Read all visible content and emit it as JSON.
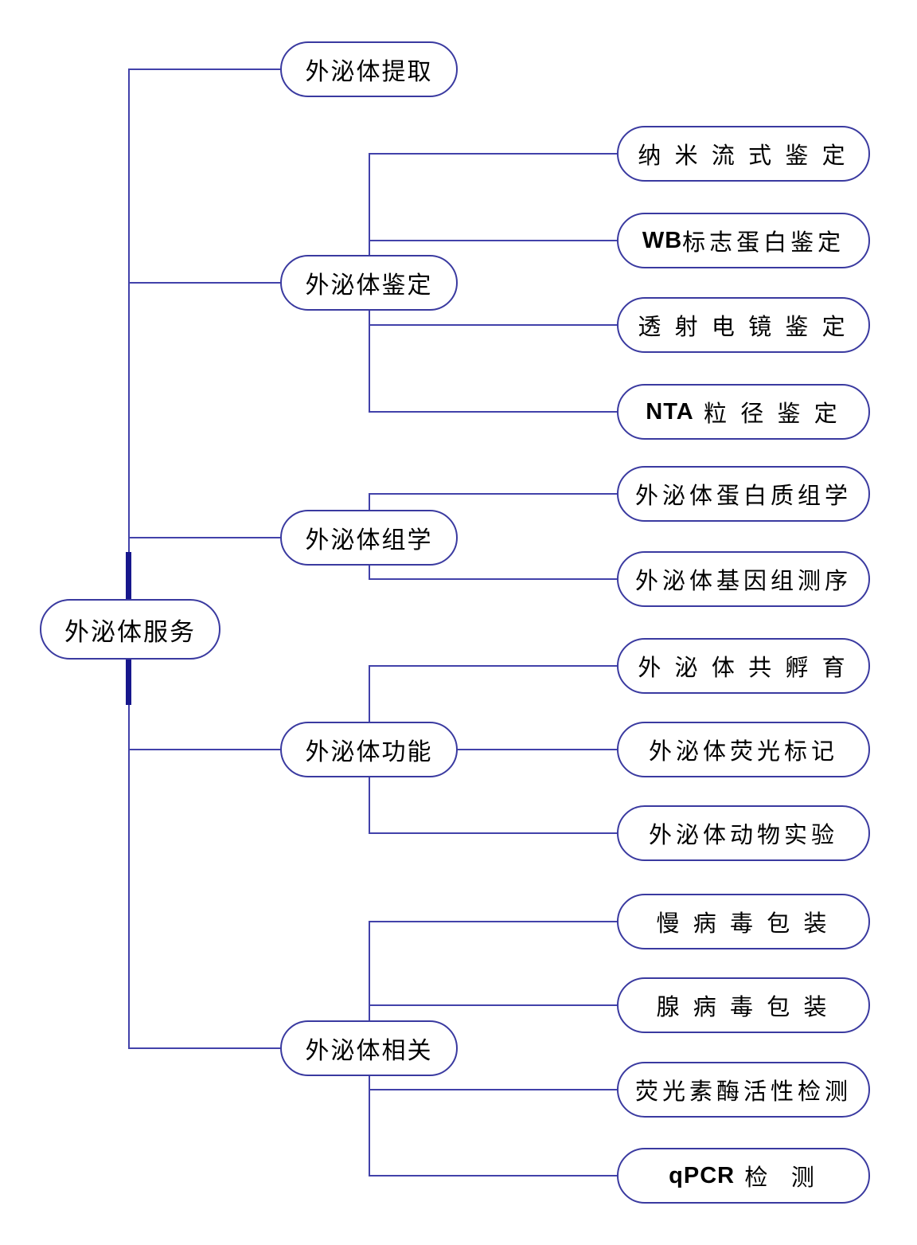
{
  "diagram": {
    "type": "mindmap-tree",
    "colors": {
      "node_border": "#3a3aa0",
      "connector_line": "#4242aa",
      "root_trunk": "#17178c",
      "text": "#000000",
      "node_background": "#ffffff"
    },
    "root": {
      "label": "外泌体服务"
    },
    "branches": [
      {
        "label": "外泌体提取",
        "children": []
      },
      {
        "label": "外泌体鉴定",
        "children": [
          {
            "prefix": "",
            "label": "纳 米 流 式 鉴 定"
          },
          {
            "prefix": "WB",
            "label": "标志蛋白鉴定"
          },
          {
            "prefix": "",
            "label": "透 射 电 镜 鉴 定"
          },
          {
            "prefix": "NTA",
            "label": " 粒 径 鉴 定"
          }
        ]
      },
      {
        "label": "外泌体组学",
        "children": [
          {
            "prefix": "",
            "label": "外泌体蛋白质组学"
          },
          {
            "prefix": "",
            "label": "外泌体基因组测序"
          }
        ]
      },
      {
        "label": "外泌体功能",
        "children": [
          {
            "prefix": "",
            "label": "外 泌 体 共 孵 育"
          },
          {
            "prefix": "",
            "label": "外泌体荧光标记"
          },
          {
            "prefix": "",
            "label": "外泌体动物实验"
          }
        ]
      },
      {
        "label": "外泌体相关",
        "children": [
          {
            "prefix": "",
            "label": "慢 病 毒 包 装"
          },
          {
            "prefix": "",
            "label": "腺 病 毒 包 装"
          },
          {
            "prefix": "",
            "label": "荧光素酶活性检测"
          },
          {
            "prefix": "qPCR",
            "label": " 检  测"
          }
        ]
      }
    ]
  }
}
